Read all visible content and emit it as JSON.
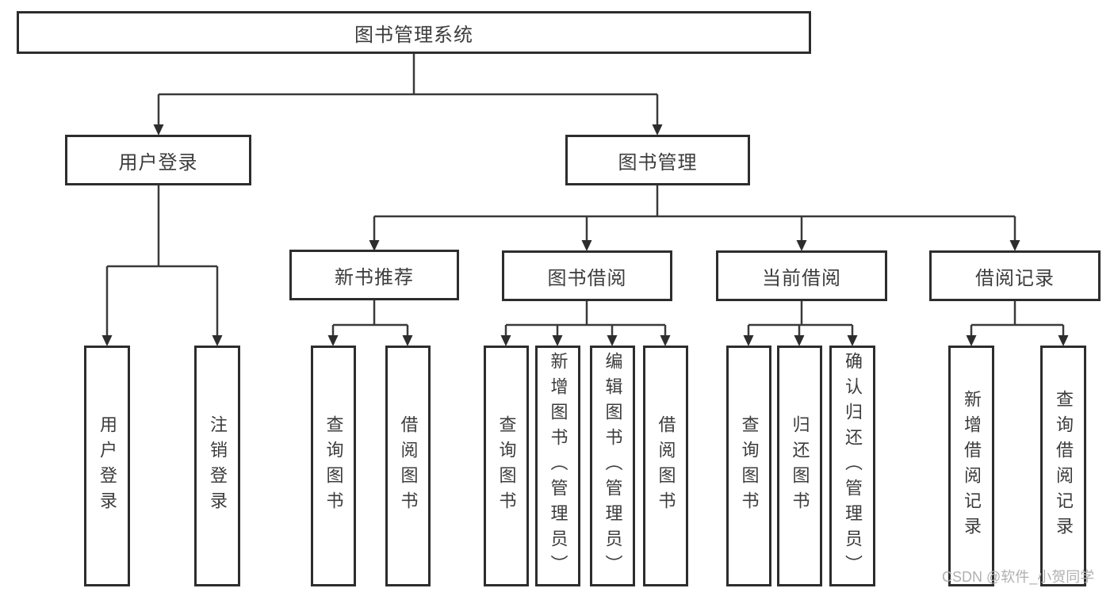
{
  "diagram": {
    "type": "tree",
    "title": "图书管理系统"
  },
  "tree": {
    "label": "图书管理系统",
    "children": [
      {
        "label": "用户登录",
        "children": [
          {
            "label": "用户登录"
          },
          {
            "label": "注销登录"
          }
        ]
      },
      {
        "label": "图书管理",
        "children": [
          {
            "label": "新书推荐",
            "children": [
              {
                "label": "查询图书"
              },
              {
                "label": "借阅图书"
              }
            ]
          },
          {
            "label": "图书借阅",
            "children": [
              {
                "label": "查询图书"
              },
              {
                "label": "新增图书（管理员）"
              },
              {
                "label": "编辑图书（管理员）"
              },
              {
                "label": "借阅图书"
              }
            ]
          },
          {
            "label": "当前借阅",
            "children": [
              {
                "label": "查询图书"
              },
              {
                "label": "归还图书"
              },
              {
                "label": "确认归还（管理员）"
              }
            ]
          },
          {
            "label": "借阅记录",
            "children": [
              {
                "label": "新增借阅记录"
              },
              {
                "label": "查询借阅记录"
              }
            ]
          }
        ]
      }
    ]
  },
  "watermark": "CSDN @软件_小贺同学",
  "colors": {
    "line": "#3a3a3a",
    "border": "#2d2d2d",
    "text": "#3c3c3c",
    "watermark": "#b0b0b0",
    "background": "#ffffff"
  }
}
